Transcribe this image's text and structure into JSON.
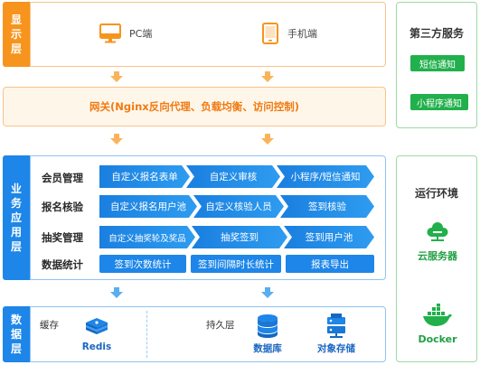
{
  "display_layer": {
    "label": "显示层",
    "clients": [
      {
        "icon": "monitor-icon",
        "label": "PC端"
      },
      {
        "icon": "phone-icon",
        "label": "手机端"
      }
    ]
  },
  "gateway": {
    "label": "网关(Nginx反向代理、负载均衡、访问控制)"
  },
  "business_layer": {
    "label": "业务应用层",
    "rows": [
      {
        "name": "会员管理",
        "items": [
          "自定义报名表单",
          "自定义审核",
          "小程序/短信通知"
        ]
      },
      {
        "name": "报名核验",
        "items": [
          "自定义报名用户池",
          "自定义核验人员",
          "签到核验"
        ]
      },
      {
        "name": "抽奖管理",
        "items": [
          "自定义抽奖轮及奖品",
          "抽奖签到",
          "签到用户池"
        ]
      },
      {
        "name": "数据统计",
        "items": [
          "签到次数统计",
          "签到间隔时长统计",
          "报表导出"
        ]
      }
    ]
  },
  "data_layer": {
    "label": "数据层",
    "cache_label": "缓存",
    "persist_label": "持久层",
    "items": [
      {
        "icon": "redis-icon",
        "label": "Redis"
      },
      {
        "icon": "database-icon",
        "label": "数据库"
      },
      {
        "icon": "object-storage-icon",
        "label": "对象存储"
      }
    ]
  },
  "third_party": {
    "title": "第三方服务",
    "items": [
      "短信通知",
      "小程序通知"
    ]
  },
  "runtime": {
    "title": "运行环境",
    "items": [
      {
        "icon": "cloud-server-icon",
        "label": "云服务器"
      },
      {
        "icon": "docker-icon",
        "label": "Docker"
      }
    ]
  },
  "colors": {
    "blue": "#1d86e8",
    "orange": "#f7941d",
    "green": "#21b04b"
  }
}
